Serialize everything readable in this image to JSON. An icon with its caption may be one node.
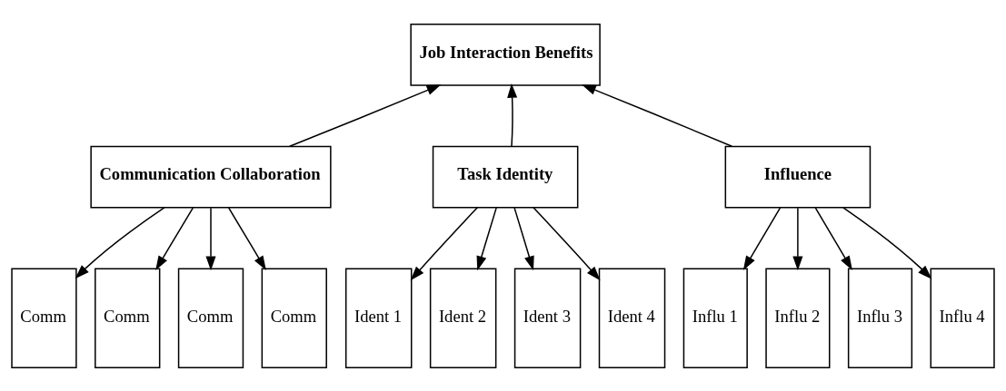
{
  "diagram": {
    "nodes": [
      {
        "text": [
          "Job Interaction Benefits"
        ]
      },
      {
        "text": [
          "Communication Collaboration"
        ]
      },
      {
        "text": [
          "Task Identity"
        ]
      },
      {
        "text": [
          "Influence"
        ]
      },
      {
        "text": [
          "Comm"
        ]
      },
      {
        "text": [
          "Comm"
        ]
      },
      {
        "text": [
          "Comm"
        ]
      },
      {
        "text": [
          "Comm"
        ]
      },
      {
        "text": [
          "Ident 1"
        ]
      },
      {
        "text": [
          "Ident 2"
        ]
      },
      {
        "text": [
          "Ident 3"
        ]
      },
      {
        "text": [
          "Ident 4"
        ]
      },
      {
        "text": [
          "Influ 1"
        ]
      },
      {
        "text": [
          "Influ 2"
        ]
      },
      {
        "text": [
          "Influ 3"
        ]
      },
      {
        "text": [
          "Influ 4"
        ]
      }
    ],
    "edges": [
      {
        "from": 1,
        "to": 0,
        "arrow": "to"
      },
      {
        "from": 2,
        "to": 0,
        "arrow": "to"
      },
      {
        "from": 3,
        "to": 0,
        "arrow": "to"
      },
      {
        "from": 1,
        "to": 4,
        "arrow": "to"
      },
      {
        "from": 1,
        "to": 5,
        "arrow": "to"
      },
      {
        "from": 1,
        "to": 6,
        "arrow": "to"
      },
      {
        "from": 1,
        "to": 7,
        "arrow": "to"
      },
      {
        "from": 2,
        "to": 8,
        "arrow": "to"
      },
      {
        "from": 2,
        "to": 9,
        "arrow": "to"
      },
      {
        "from": 2,
        "to": 10,
        "arrow": "to"
      },
      {
        "from": 2,
        "to": 11,
        "arrow": "to"
      },
      {
        "from": 3,
        "to": 12,
        "arrow": "to"
      },
      {
        "from": 3,
        "to": 13,
        "arrow": "to"
      },
      {
        "from": 3,
        "to": 14,
        "arrow": "to"
      },
      {
        "from": 3,
        "to": 15,
        "arrow": "to"
      }
    ]
  }
}
